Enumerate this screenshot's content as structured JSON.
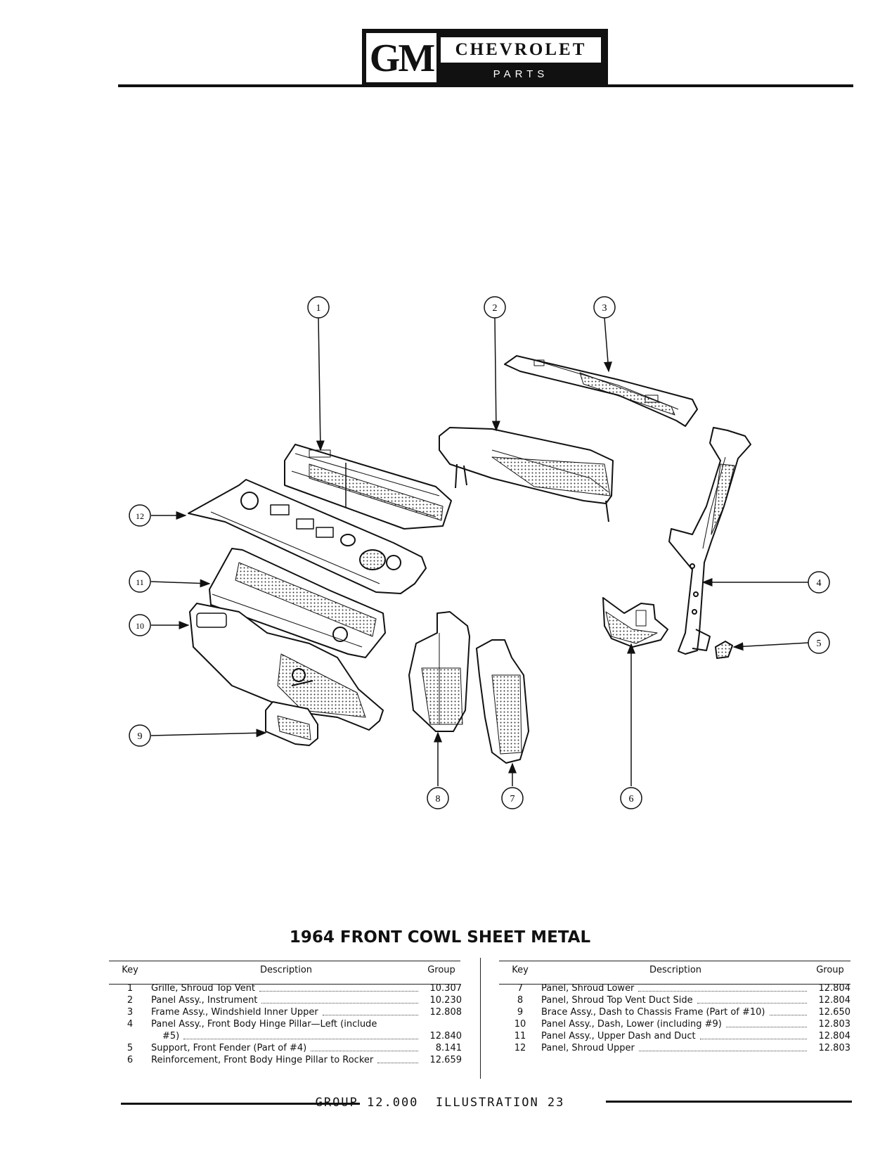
{
  "header": {
    "logo_text": "GM",
    "brand": "CHEVROLET",
    "subtitle": "PARTS CATALOGUE"
  },
  "diagram": {
    "callouts": [
      "1",
      "2",
      "3",
      "4",
      "5",
      "6",
      "7",
      "8",
      "9",
      "10",
      "11",
      "12"
    ]
  },
  "table": {
    "title": "1964 FRONT COWL SHEET METAL",
    "columns": {
      "key": "Key",
      "description": "Description",
      "group": "Group"
    },
    "left_rows": [
      {
        "key": "1",
        "description": "Grille, Shroud Top Vent",
        "group": "10.307"
      },
      {
        "key": "2",
        "description": "Panel Assy., Instrument",
        "group": "10.230"
      },
      {
        "key": "3",
        "description": "Frame Assy., Windshield Inner Upper",
        "group": "12.808"
      },
      {
        "key": "4",
        "description": "Panel Assy., Front Body Hinge Pillar—Left (include",
        "continuation": "#5)",
        "group": "12.840"
      },
      {
        "key": "5",
        "description": "Support, Front Fender (Part of #4)",
        "group": "8.141"
      },
      {
        "key": "6",
        "description": "Reinforcement, Front Body Hinge Pillar to Rocker",
        "group": "12.659"
      }
    ],
    "right_rows": [
      {
        "key": "7",
        "description": "Panel, Shroud Lower",
        "group": "12.804"
      },
      {
        "key": "8",
        "description": "Panel, Shroud Top Vent Duct Side",
        "group": "12.804"
      },
      {
        "key": "9",
        "description": "Brace Assy., Dash to Chassis Frame (Part of #10)",
        "group": "12.650"
      },
      {
        "key": "10",
        "description": "Panel Assy., Dash, Lower (including #9)",
        "group": "12.803"
      },
      {
        "key": "11",
        "description": "Panel Assy., Upper Dash and Duct",
        "group": "12.804"
      },
      {
        "key": "12",
        "description": "Panel, Shroud Upper",
        "group": "12.803"
      }
    ]
  },
  "footer": {
    "text": "GROUP 12.000  ILLUSTRATION 23"
  }
}
